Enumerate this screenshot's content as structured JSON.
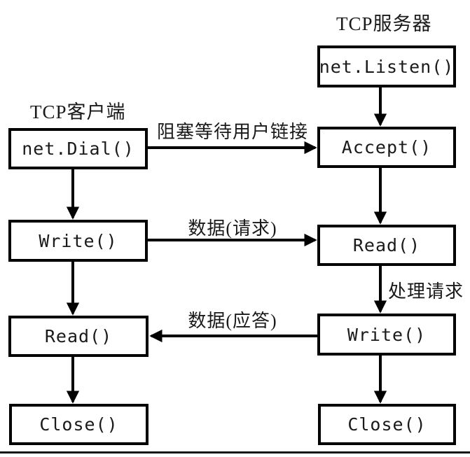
{
  "diagram": {
    "client": {
      "title": "TCP客户端",
      "nodes": [
        {
          "id": "net-dial",
          "label": "net.Dial()"
        },
        {
          "id": "write",
          "label": "Write()"
        },
        {
          "id": "read",
          "label": "Read()"
        },
        {
          "id": "close",
          "label": "Close()"
        }
      ]
    },
    "server": {
      "title": "TCP服务器",
      "nodes": [
        {
          "id": "net-listen",
          "label": "net.Listen()"
        },
        {
          "id": "accept",
          "label": "Accept()"
        },
        {
          "id": "read",
          "label": "Read()"
        },
        {
          "id": "write",
          "label": "Write()"
        },
        {
          "id": "close",
          "label": "Close()"
        }
      ]
    },
    "edge_labels": {
      "block_wait": "阻塞等待用户链接",
      "data_request": "数据(请求)",
      "data_reply": "数据(应答)",
      "process_request": "处理请求"
    },
    "colors": {
      "line": "#000000",
      "box_border": "#000000",
      "background": "#ffffff",
      "text": "#1a1a1a"
    }
  }
}
